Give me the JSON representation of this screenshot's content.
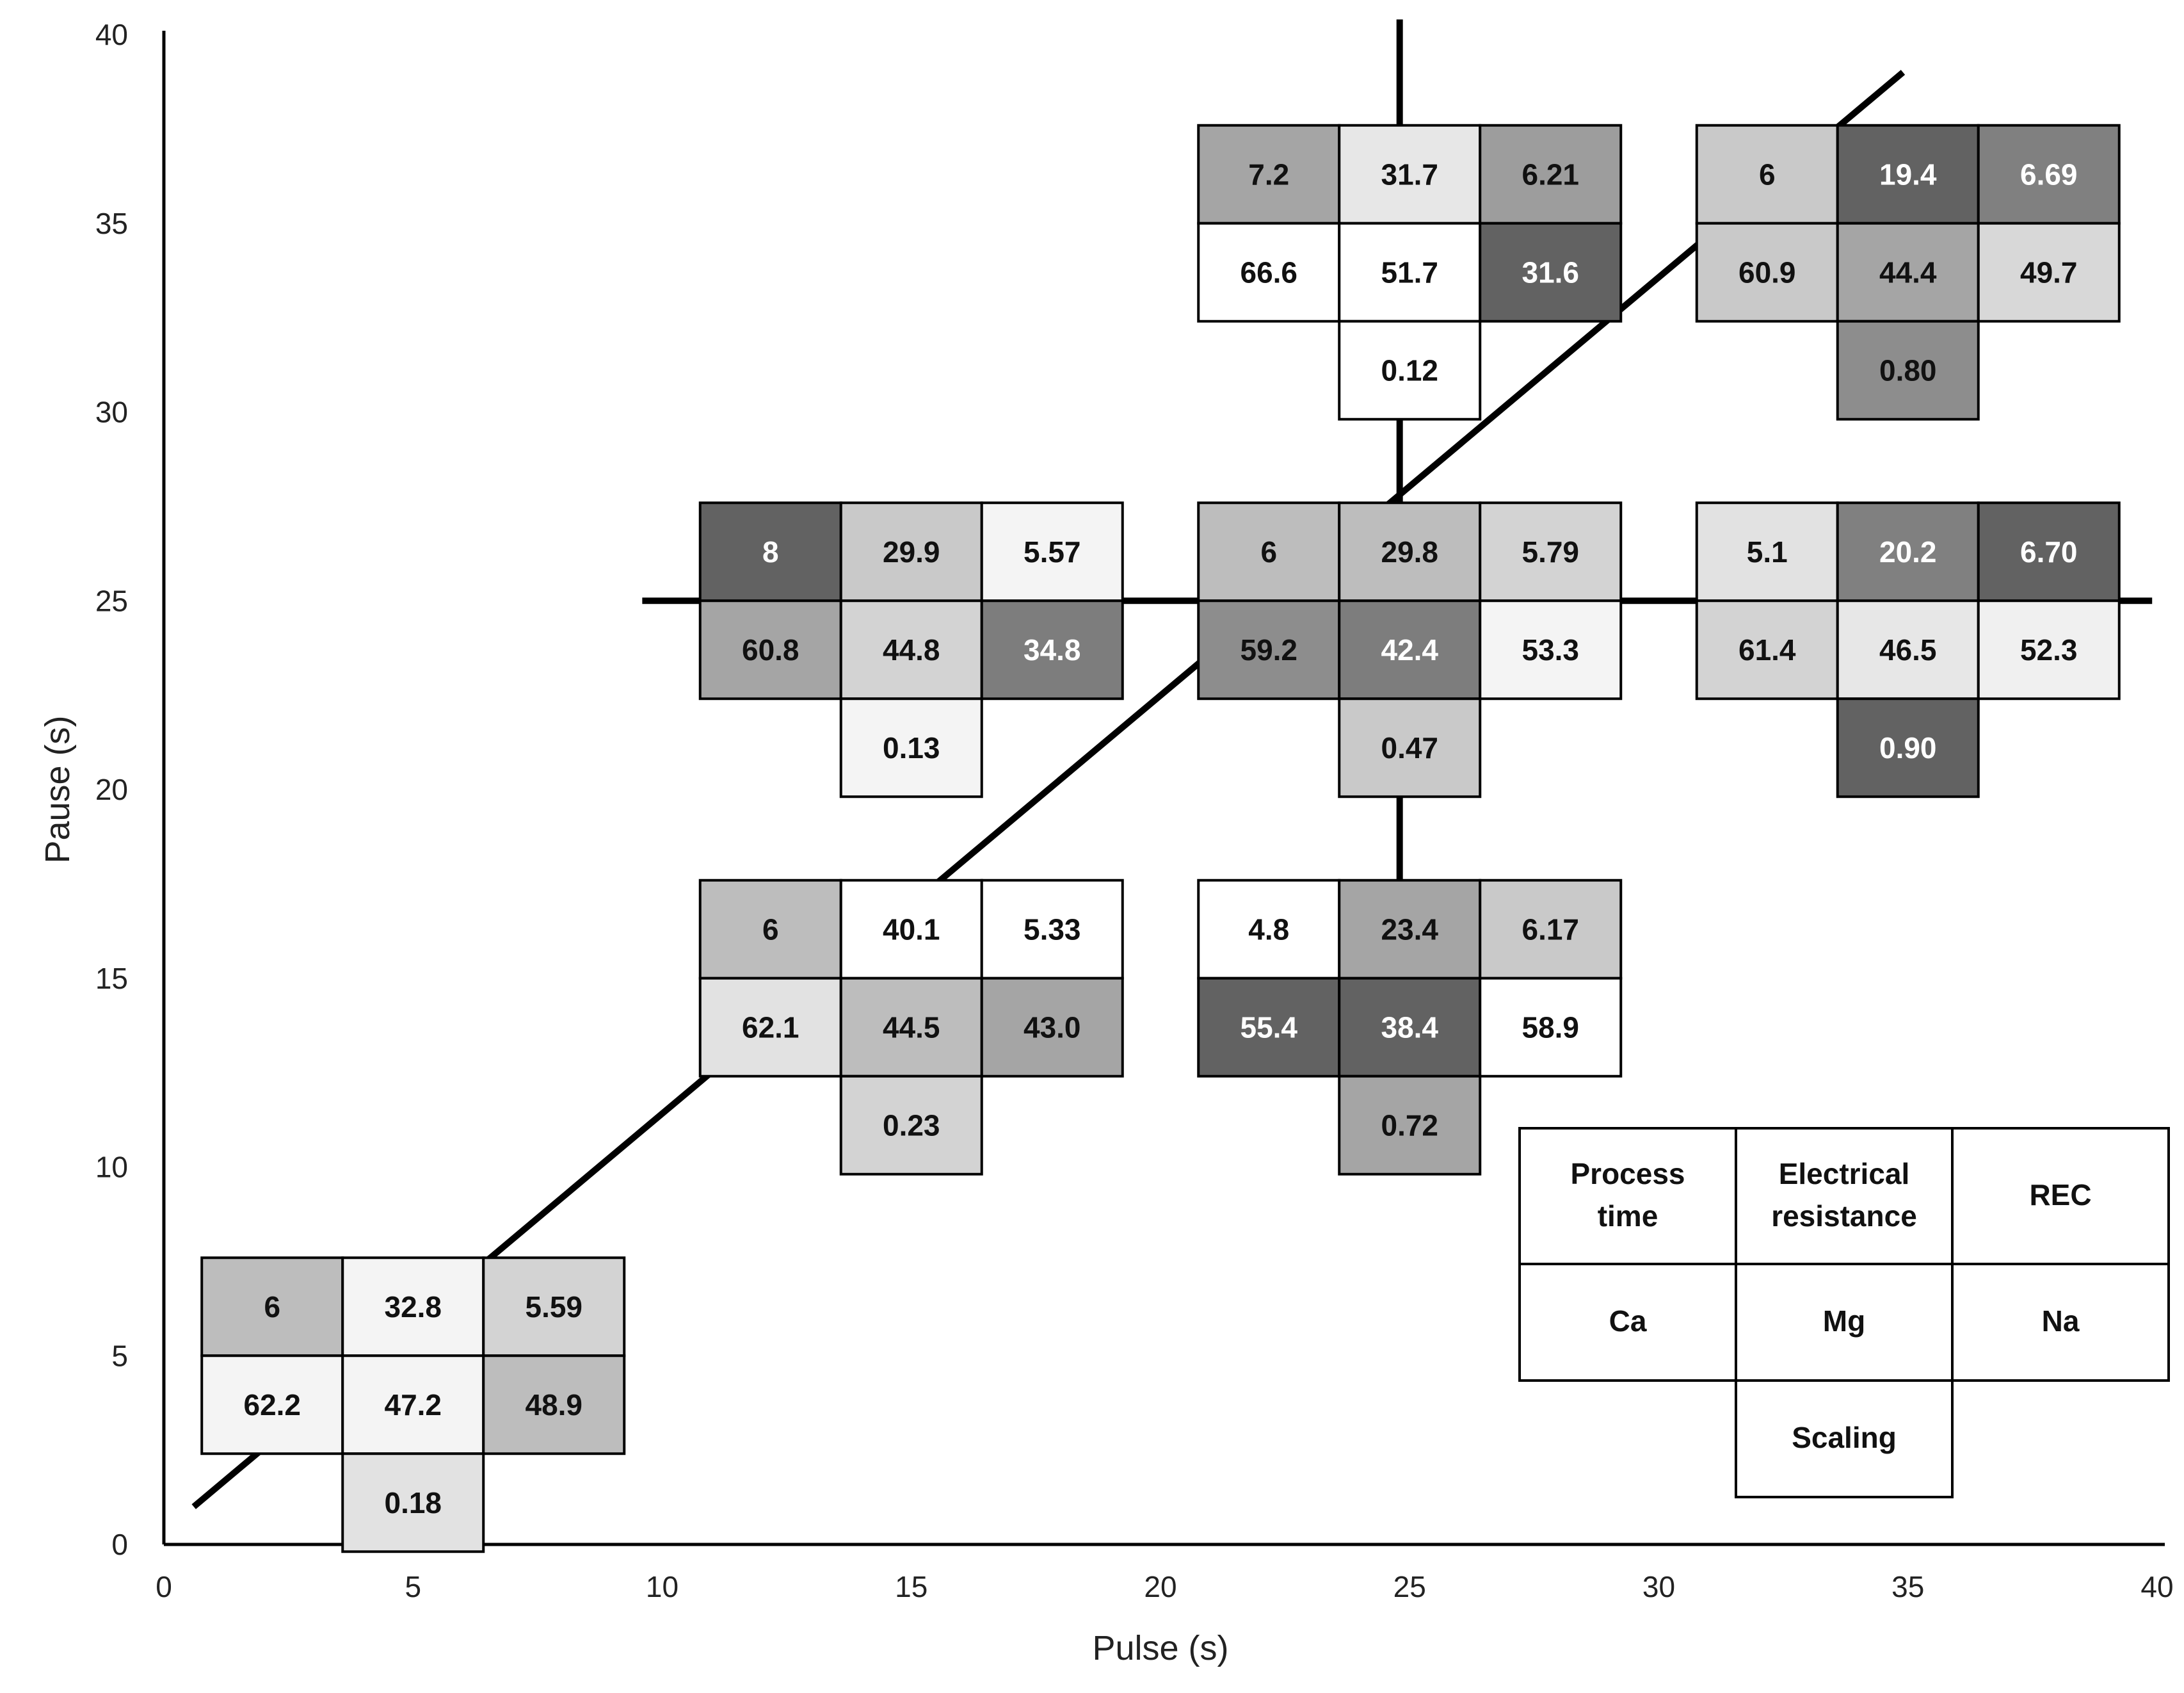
{
  "chart_data": {
    "type": "table",
    "xlabel": "Pulse (s)",
    "ylabel": "Pause (s)",
    "xlim": [
      0,
      40
    ],
    "ylim": [
      0,
      40
    ],
    "x_ticks": [
      "0",
      "5",
      "10",
      "15",
      "20",
      "25",
      "30",
      "35",
      "40"
    ],
    "y_ticks": [
      "0",
      "5",
      "10",
      "15",
      "20",
      "25",
      "30",
      "35",
      "40"
    ],
    "grid": false,
    "colors": {
      "axis": "#000000",
      "line": "#000000",
      "cell_border": "#000000"
    },
    "lines": [
      {
        "name": "diagonal",
        "points": [
          [
            0.6,
            1.0
          ],
          [
            34.9,
            39.0
          ]
        ]
      },
      {
        "name": "horizontal-25",
        "points": [
          [
            9.6,
            25.0
          ],
          [
            39.9,
            25.0
          ]
        ]
      },
      {
        "name": "vertical-25",
        "points": [
          [
            24.8,
            10.0
          ],
          [
            24.8,
            40.4
          ]
        ]
      }
    ],
    "cell_layout": {
      "rows": [
        [
          "process_time",
          "electrical_resistance",
          "rec"
        ],
        [
          "ca",
          "mg",
          "na"
        ],
        [
          null,
          "scaling",
          null
        ]
      ]
    },
    "points": [
      {
        "pulse": 5,
        "pause": 5,
        "values": {
          "process_time": "6",
          "electrical_resistance": "32.8",
          "rec": "5.59",
          "ca": "62.2",
          "mg": "47.2",
          "na": "48.9",
          "scaling": "0.18"
        },
        "shades": {
          "process_time": "#bdbdbd",
          "electrical_resistance": "#f4f4f4",
          "rec": "#d3d3d3",
          "ca": "#f4f4f4",
          "mg": "#f4f4f4",
          "na": "#bdbdbd",
          "scaling": "#e2e2e2"
        }
      },
      {
        "pulse": 15,
        "pause": 15,
        "values": {
          "process_time": "6",
          "electrical_resistance": "40.1",
          "rec": "5.33",
          "ca": "62.1",
          "mg": "44.5",
          "na": "43.0",
          "scaling": "0.23"
        },
        "shades": {
          "process_time": "#bdbdbd",
          "electrical_resistance": "#ffffff",
          "rec": "#ffffff",
          "ca": "#e2e2e2",
          "mg": "#bdbdbd",
          "na": "#a5a5a5",
          "scaling": "#d3d3d3"
        }
      },
      {
        "pulse": 15,
        "pause": 25,
        "values": {
          "process_time": "8",
          "electrical_resistance": "29.9",
          "rec": "5.57",
          "ca": "60.8",
          "mg": "44.8",
          "na": "34.8",
          "scaling": "0.13"
        },
        "shades": {
          "process_time": "#626262",
          "electrical_resistance": "#c9c9c9",
          "rec": "#f4f4f4",
          "ca": "#a5a5a5",
          "mg": "#d3d3d3",
          "na": "#7d7d7d",
          "scaling": "#f4f4f4"
        }
      },
      {
        "pulse": 25,
        "pause": 15,
        "values": {
          "process_time": "4.8",
          "electrical_resistance": "23.4",
          "rec": "6.17",
          "ca": "55.4",
          "mg": "38.4",
          "na": "58.9",
          "scaling": "0.72"
        },
        "shades": {
          "process_time": "#ffffff",
          "electrical_resistance": "#a5a5a5",
          "rec": "#c9c9c9",
          "ca": "#626262",
          "mg": "#626262",
          "na": "#ffffff",
          "scaling": "#a5a5a5"
        }
      },
      {
        "pulse": 25,
        "pause": 25,
        "values": {
          "process_time": "6",
          "electrical_resistance": "29.8",
          "rec": "5.79",
          "ca": "59.2",
          "mg": "42.4",
          "na": "53.3",
          "scaling": "0.47"
        },
        "shades": {
          "process_time": "#bdbdbd",
          "electrical_resistance": "#bdbdbd",
          "rec": "#d3d3d3",
          "ca": "#8d8d8d",
          "mg": "#7d7d7d",
          "na": "#f4f4f4",
          "scaling": "#c9c9c9"
        }
      },
      {
        "pulse": 25,
        "pause": 35,
        "values": {
          "process_time": "7.2",
          "electrical_resistance": "31.7",
          "rec": "6.21",
          "ca": "66.6",
          "mg": "51.7",
          "na": "31.6",
          "scaling": "0.12"
        },
        "shades": {
          "process_time": "#a5a5a5",
          "electrical_resistance": "#e7e7e7",
          "rec": "#9d9d9d",
          "ca": "#ffffff",
          "mg": "#ffffff",
          "na": "#626262",
          "scaling": "#ffffff"
        }
      },
      {
        "pulse": 35,
        "pause": 25,
        "values": {
          "process_time": "5.1",
          "electrical_resistance": "20.2",
          "rec": "6.70",
          "ca": "61.4",
          "mg": "46.5",
          "na": "52.3",
          "scaling": "0.90"
        },
        "shades": {
          "process_time": "#e2e2e2",
          "electrical_resistance": "#808080",
          "rec": "#626262",
          "ca": "#d3d3d3",
          "mg": "#e7e7e7",
          "na": "#f0f0f0",
          "scaling": "#626262"
        }
      },
      {
        "pulse": 35,
        "pause": 35,
        "values": {
          "process_time": "6",
          "electrical_resistance": "19.4",
          "rec": "6.69",
          "ca": "60.9",
          "mg": "44.4",
          "na": "49.7",
          "scaling": "0.80"
        },
        "shades": {
          "process_time": "#c9c9c9",
          "electrical_resistance": "#626262",
          "rec": "#808080",
          "ca": "#c9c9c9",
          "mg": "#a5a5a5",
          "na": "#d8d8d8",
          "scaling": "#8d8d8d"
        }
      }
    ],
    "legend": {
      "placement": "bottom-right",
      "labels": {
        "process_time": [
          "Process",
          "time"
        ],
        "electrical_resistance": [
          "Electrical",
          "resistance"
        ],
        "rec": [
          "REC"
        ],
        "ca": [
          "Ca"
        ],
        "mg": [
          "Mg"
        ],
        "na": [
          "Na"
        ],
        "scaling": [
          "Scaling"
        ]
      }
    }
  }
}
